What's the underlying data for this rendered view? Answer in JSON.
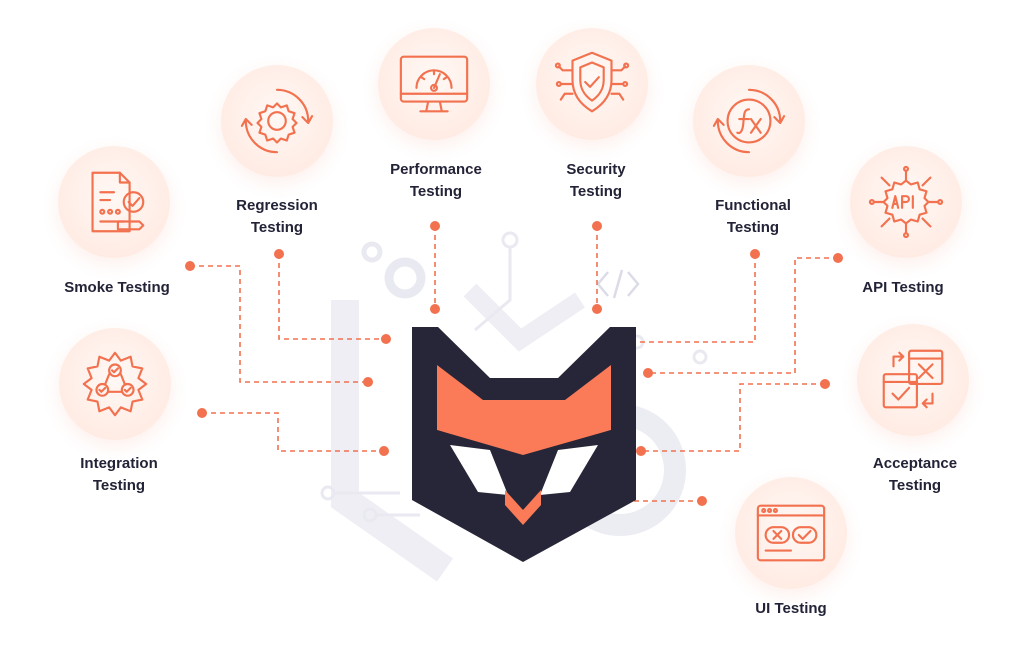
{
  "colors": {
    "accent": "#f2714f",
    "navy": "#262638",
    "fox_orange": "#fb7a57",
    "decor": "#e7e7ef"
  },
  "nodes": [
    {
      "id": "smoke",
      "label": "Smoke Testing",
      "icon": "checklist-icon"
    },
    {
      "id": "integration",
      "label": "Integration\nTesting",
      "icon": "gear-network-icon"
    },
    {
      "id": "regression",
      "label": "Regression\nTesting",
      "icon": "gear-cycle-icon"
    },
    {
      "id": "performance",
      "label": "Performance\nTesting",
      "icon": "speedometer-monitor-icon"
    },
    {
      "id": "security",
      "label": "Security\nTesting",
      "icon": "shield-check-icon"
    },
    {
      "id": "functional",
      "label": "Functional\nTesting",
      "icon": "fx-cycle-icon"
    },
    {
      "id": "api",
      "label": "API Testing",
      "icon": "api-network-icon"
    },
    {
      "id": "acceptance",
      "label": "Acceptance\nTesting",
      "icon": "accept-reject-windows-icon"
    },
    {
      "id": "ui",
      "label": "UI Testing",
      "icon": "ui-window-icon"
    }
  ],
  "logo": {
    "icon": "fox-logo-icon"
  }
}
